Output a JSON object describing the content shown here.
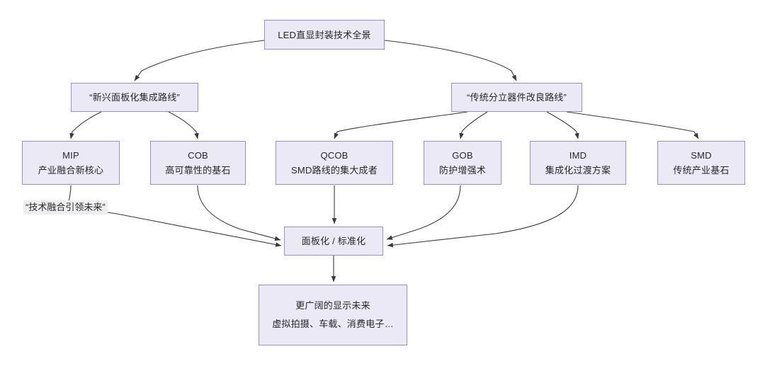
{
  "diagram": {
    "title_node": {
      "id": "root",
      "label": "LED直显封装技术全景"
    },
    "branches": [
      {
        "id": "branch-emerging",
        "label": "“新兴面板化集成路线”"
      },
      {
        "id": "branch-traditional",
        "label": "“传统分立器件改良路线”"
      }
    ],
    "technologies": [
      {
        "id": "mip",
        "name": "MIP",
        "caption": "产业融合新核心"
      },
      {
        "id": "cob",
        "name": "COB",
        "caption": "高可靠性的基石"
      },
      {
        "id": "qcob",
        "name": "QCOB",
        "caption": "SMD路线的集大成者"
      },
      {
        "id": "gob",
        "name": "GOB",
        "caption": "防护增强术"
      },
      {
        "id": "imd",
        "name": "IMD",
        "caption": "集成化过渡方案"
      },
      {
        "id": "smd",
        "name": "SMD",
        "caption": "传统产业基石"
      }
    ],
    "convergence": {
      "id": "convergence",
      "label": "面板化 / 标准化"
    },
    "outcome": {
      "id": "outcome",
      "line1": "更广阔的显示未来",
      "line2": "虚拟拍摄、车载、消费电子…"
    },
    "edge_labels": [
      {
        "id": "fusion-label",
        "text": "“技术融合引领未来”"
      }
    ],
    "colors": {
      "node_fill": "#ece9f6",
      "node_border": "#9a8fc4",
      "edge_stroke": "#3a3a3a",
      "label_background": "#eeeeee",
      "text": "#26262b",
      "canvas": "#ffffff"
    }
  }
}
